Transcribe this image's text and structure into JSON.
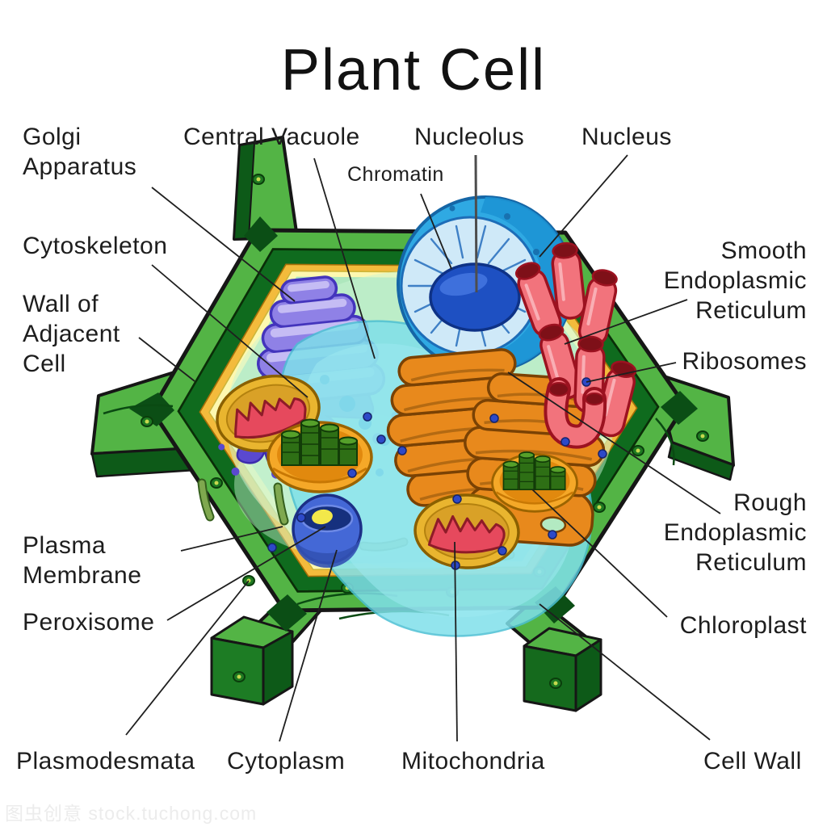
{
  "title": "Plant Cell",
  "watermark": "图虫创意 stock.tuchong.com",
  "labels": {
    "golgi_apparatus": "Golgi\nApparatus",
    "central_vacuole": "Central Vacuole",
    "chromatin": "Chromatin",
    "nucleolus": "Nucleolus",
    "nucleus": "Nucleus",
    "smooth_er": "Smooth\nEndoplasmic\nReticulum",
    "ribosomes": "Ribosomes",
    "cytoskeleton": "Cytoskeleton",
    "wall_of_adjacent_cell": "Wall of\nAdjacent\nCell",
    "rough_er": "Rough\nEndoplasmic\nReticulum",
    "chloroplast": "Chloroplast",
    "plasma_membrane": "Plasma\nMembrane",
    "peroxisome": "Peroxisome",
    "plasmodesmata": "Plasmodesmata",
    "cytoplasm": "Cytoplasm",
    "mitochondria": "Mitochondria",
    "cell_wall": "Cell Wall"
  },
  "parts": [
    {
      "name": "cell-wall",
      "color": "#53b445"
    },
    {
      "name": "plasma-membrane",
      "color": "#fdf8b0"
    },
    {
      "name": "cytoplasm",
      "color": "#aee7bd"
    },
    {
      "name": "central-vacuole",
      "color": "#7fe0ea"
    },
    {
      "name": "nucleus",
      "color": "#2fa9e3"
    },
    {
      "name": "nucleolus",
      "color": "#1e50c2"
    },
    {
      "name": "chromatin",
      "color": "#3f80c6"
    },
    {
      "name": "golgi-apparatus",
      "color": "#8f81e6"
    },
    {
      "name": "rough-endoplasmic-reticulum",
      "color": "#e8891c"
    },
    {
      "name": "smooth-endoplasmic-reticulum",
      "color": "#f2737c"
    },
    {
      "name": "mitochondria",
      "color": "#e9b52f"
    },
    {
      "name": "chloroplast",
      "color": "#f5a828"
    },
    {
      "name": "peroxisome",
      "color": "#4468d6"
    },
    {
      "name": "ribosomes",
      "color": "#2d49c8"
    },
    {
      "name": "cytoskeleton",
      "color": "#5f8f3e"
    }
  ]
}
